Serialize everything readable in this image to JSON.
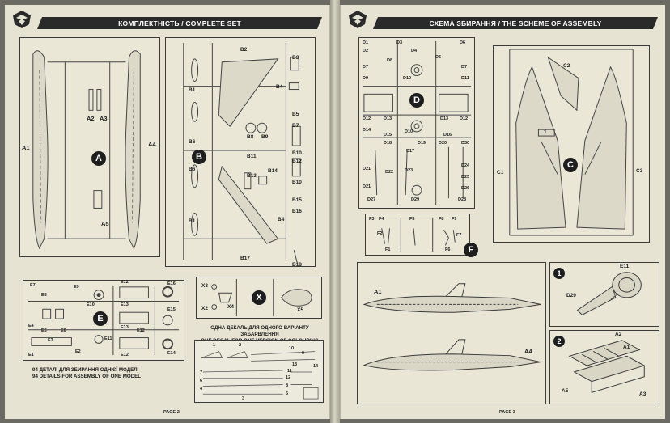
{
  "left_page": {
    "title": "КОМПЛЕКТНІСТЬ / COMPLETE SET",
    "page_label": "PAGE 2",
    "decal_note": [
      "ОДНА ДЕКАЛЬ ДЛЯ ОДНОГО ВАРІАНТУ ЗАБАРВЛЕННЯ",
      "ONE DECAL FOR ONE VERSION OF COLOURING"
    ],
    "parts_note": [
      "94 ДЕТАЛІ ДЛЯ ЗБИРАННЯ ОДНІЄЇ МОДЕЛІ",
      "94 DETAILS FOR ASSEMBLY OF ONE MODEL"
    ],
    "sprue_a": {
      "badge": "A",
      "labels": [
        "A1",
        "A2",
        "A3",
        "A4",
        "A5"
      ]
    },
    "sprue_b": {
      "badge": "B",
      "labels": [
        "B1",
        "B6",
        "B6",
        "B1",
        "B2",
        "B3",
        "B4",
        "B5",
        "B7",
        "B8",
        "B9",
        "B10",
        "B11",
        "B12",
        "B13",
        "B14",
        "B10",
        "B15",
        "B16",
        "B4",
        "B17",
        "B18"
      ]
    },
    "sprue_e": {
      "badge": "E",
      "labels": [
        "E7",
        "E9",
        "E8",
        "E10",
        "E4",
        "E5",
        "E6",
        "E3",
        "E1",
        "E2",
        "E11",
        "E12",
        "E12",
        "E13",
        "E13",
        "E12",
        "E16",
        "E15",
        "E14"
      ]
    },
    "sprue_x": {
      "badge": "X",
      "labels": [
        "X3",
        "X2",
        "X4",
        "X5"
      ]
    },
    "decal_numbers": [
      "1",
      "2",
      "3",
      "4",
      "5",
      "6",
      "7",
      "8",
      "9",
      "10",
      "11",
      "12",
      "13",
      "14"
    ]
  },
  "right_page": {
    "title": "СХЕМА ЗБИРАННЯ / THE SCHEME OF ASSEMBLY",
    "page_label": "PAGE 3",
    "sprue_d": {
      "badge": "D",
      "labels": [
        "D1",
        "D3",
        "D2",
        "D6",
        "D7",
        "D8",
        "D4",
        "D5",
        "D7",
        "D9",
        "D10",
        "D11",
        "D12",
        "D13",
        "D10",
        "D13",
        "D12",
        "D14",
        "D15",
        "D16",
        "D18",
        "D19",
        "D20",
        "D30",
        "D17",
        "D24",
        "D21",
        "D22",
        "D23",
        "D25",
        "D21",
        "D26",
        "D27",
        "D29",
        "D28"
      ]
    },
    "sprue_f": {
      "badge": "F",
      "labels": [
        "F3",
        "F4",
        "F5",
        "F8",
        "F9",
        "F2",
        "F7",
        "F1",
        "F6"
      ]
    },
    "sprue_c": {
      "badge": "C",
      "labels": [
        "C2",
        "1",
        "C1",
        "C3"
      ]
    },
    "steps": [
      {
        "number": "1",
        "labels": [
          "E11",
          "D29"
        ]
      },
      {
        "number": "2",
        "labels": [
          "A2",
          "A1",
          "A5",
          "A3"
        ]
      }
    ],
    "assembly_labels": [
      "A1",
      "A4"
    ]
  }
}
